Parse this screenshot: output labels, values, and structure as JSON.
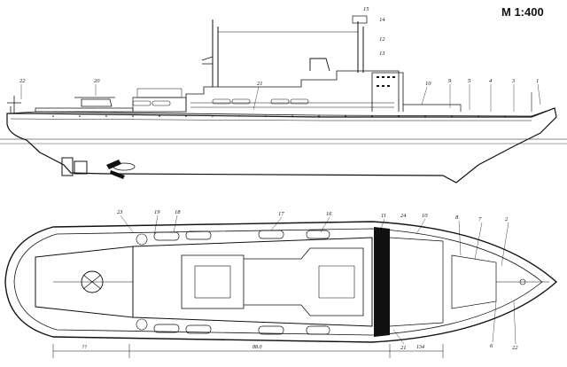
{
  "scale_label": "M 1:400",
  "callouts": [
    "1",
    "2",
    "3",
    "4",
    "5",
    "6",
    "7",
    "8",
    "9",
    "10",
    "11",
    "12",
    "13",
    "14",
    "15",
    "16",
    "17",
    "18",
    "19",
    "20",
    "21",
    "22",
    "23",
    "24"
  ],
  "dimensions": [
    "??",
    "88.0",
    "134"
  ]
}
